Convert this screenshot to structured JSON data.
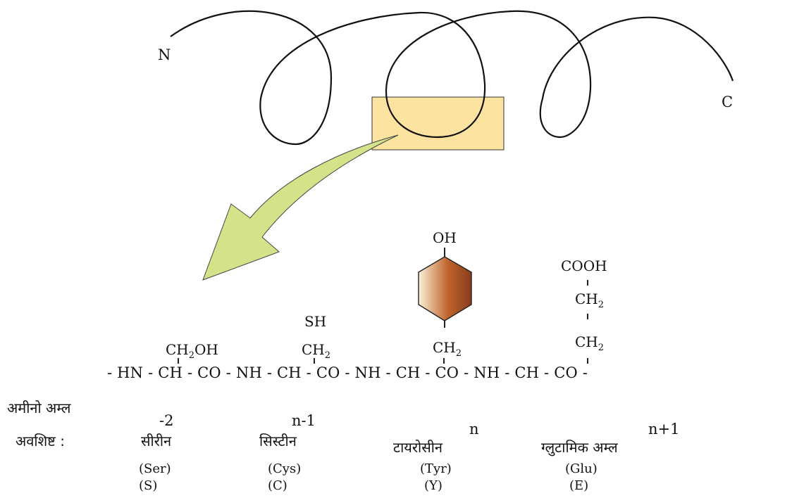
{
  "protein": {
    "n_label": "N",
    "c_label": "C"
  },
  "colors": {
    "highlight_fill": "#fde3a0",
    "arrow_fill": "#d4e38a",
    "ring_dark": "#c0652d",
    "ring_light": "#fbf0d8"
  },
  "chain": "- HN - CH - CO - NH - CH - CO - NH - CH - CO - NH - CH - CO -",
  "side_chains": {
    "ser": "CH2OH",
    "cys_top": "SH",
    "cys": "CH2",
    "tyr_top": "OH",
    "tyr": "CH2",
    "glu_top": "COOH",
    "glu_mid": "CH2",
    "glu": "CH2"
  },
  "residue_label": {
    "line1": "अमीनो अम्ल",
    "line2": "अवशिष्ट :"
  },
  "residues": [
    {
      "pos": "-2",
      "name": "सीरीन",
      "three": "(Ser)",
      "one": "(S)"
    },
    {
      "pos": "n-1",
      "name": "सिस्टीन",
      "three": "(Cys)",
      "one": "(C)"
    },
    {
      "pos": "n",
      "name": "टायरोसीन",
      "three": "(Tyr)",
      "one": "(Y)"
    },
    {
      "pos": "n+1",
      "name": "ग्लुटामिक अम्ल",
      "three": "(Glu)",
      "one": "(E)"
    }
  ]
}
